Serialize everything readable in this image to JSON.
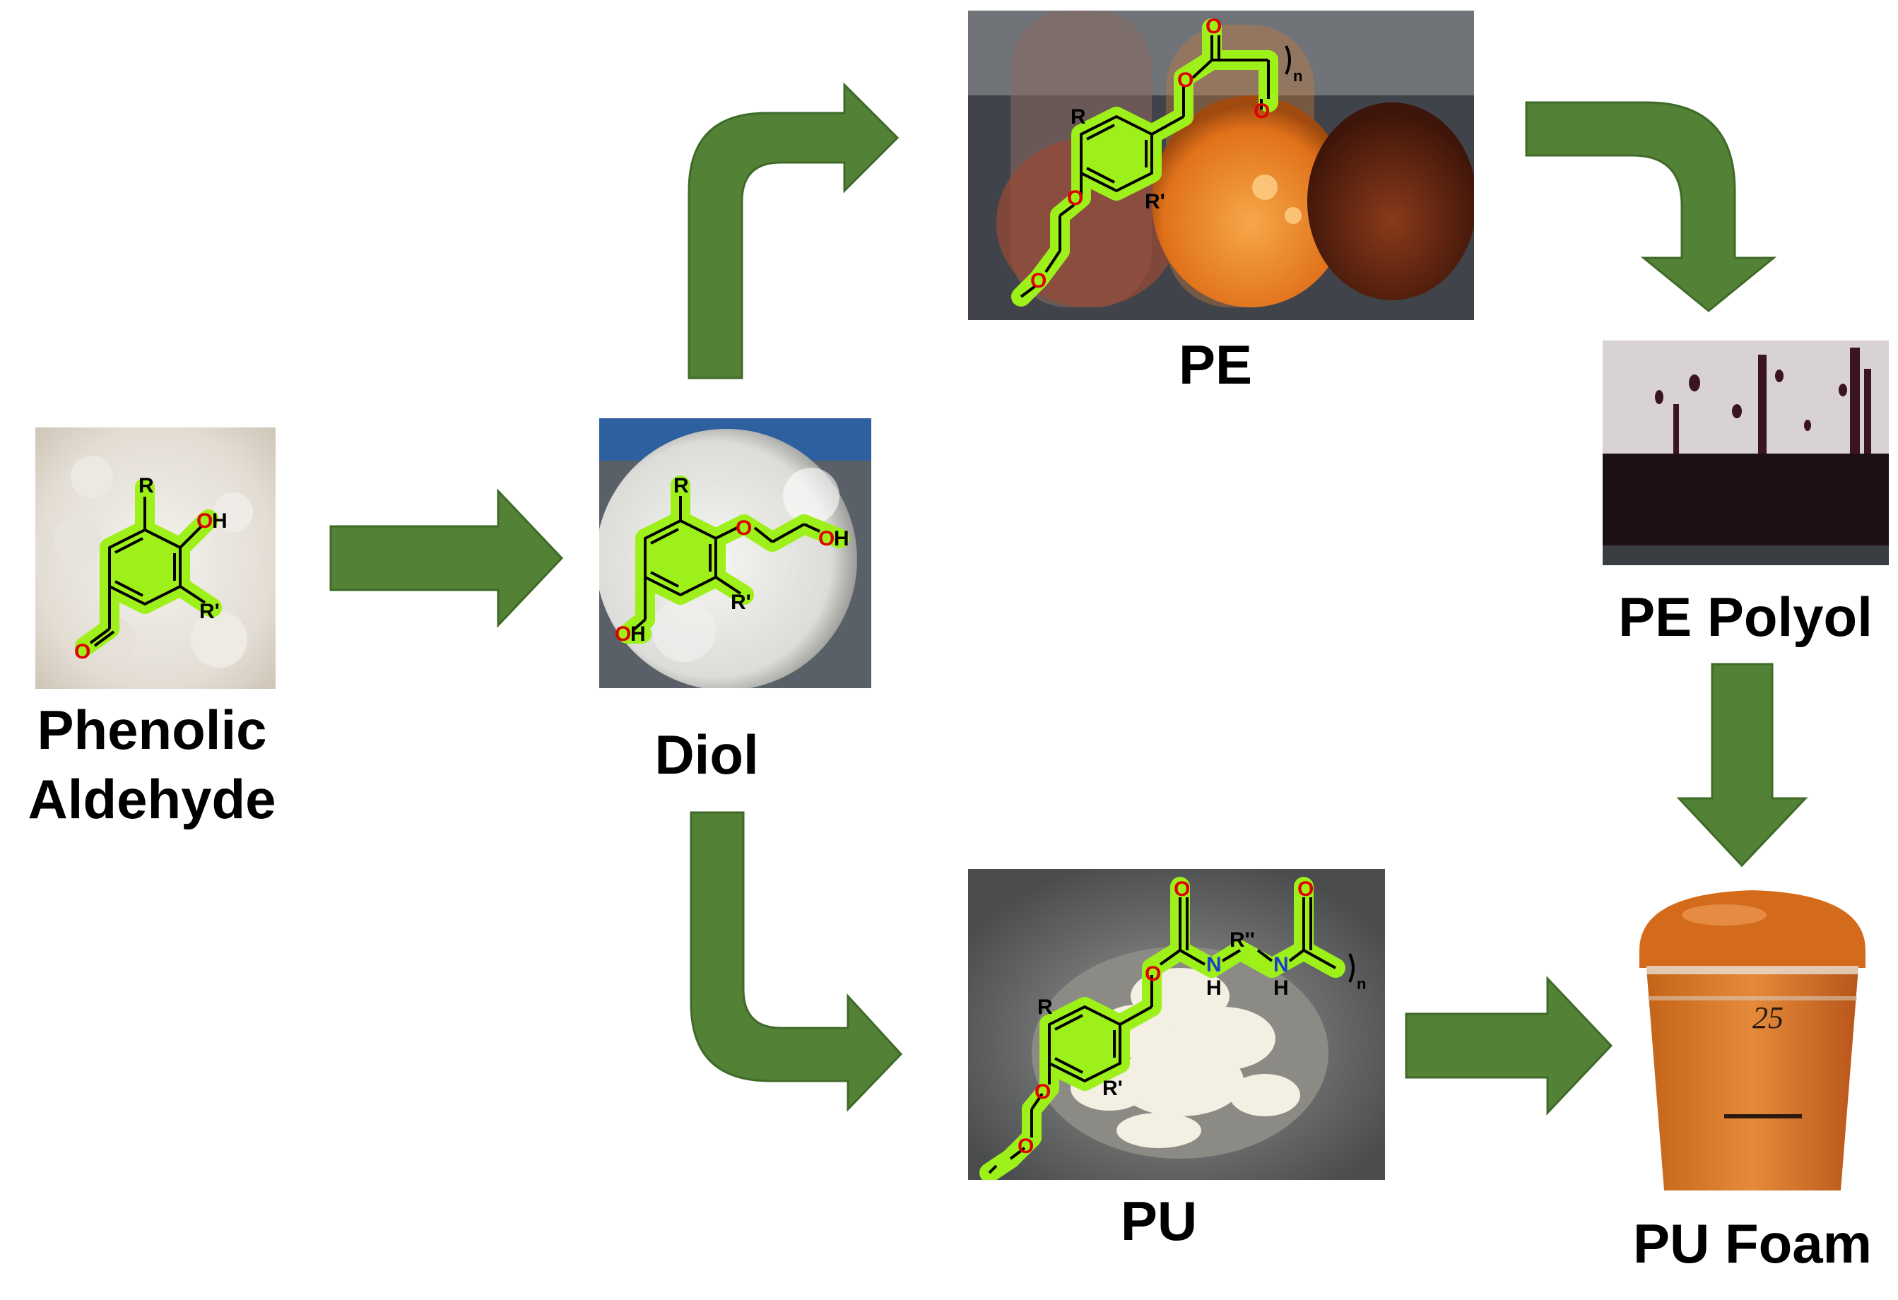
{
  "labels": {
    "phenolic_line1": "Phenolic",
    "phenolic_line2": "Aldehyde",
    "diol": "Diol",
    "pe": "PE",
    "pe_polyol": "PE Polyol",
    "pu": "PU",
    "pu_foam": "PU Foam"
  },
  "atoms": {
    "R": "R",
    "R_prime": "R'",
    "R_double_prime": "R''",
    "O": "O",
    "OH": "OH",
    "H": "H",
    "N": "N",
    "n": "n",
    "oh_O": "O",
    "oh_H": "H"
  },
  "cup_text": "25",
  "colors": {
    "arrow": "#538135",
    "arrow_outline": "#3f6a28",
    "highlight": "#9ef01a",
    "oxygen": "#e00000",
    "nitrogen": "#1c3fc9",
    "foam": "#d9772a"
  }
}
